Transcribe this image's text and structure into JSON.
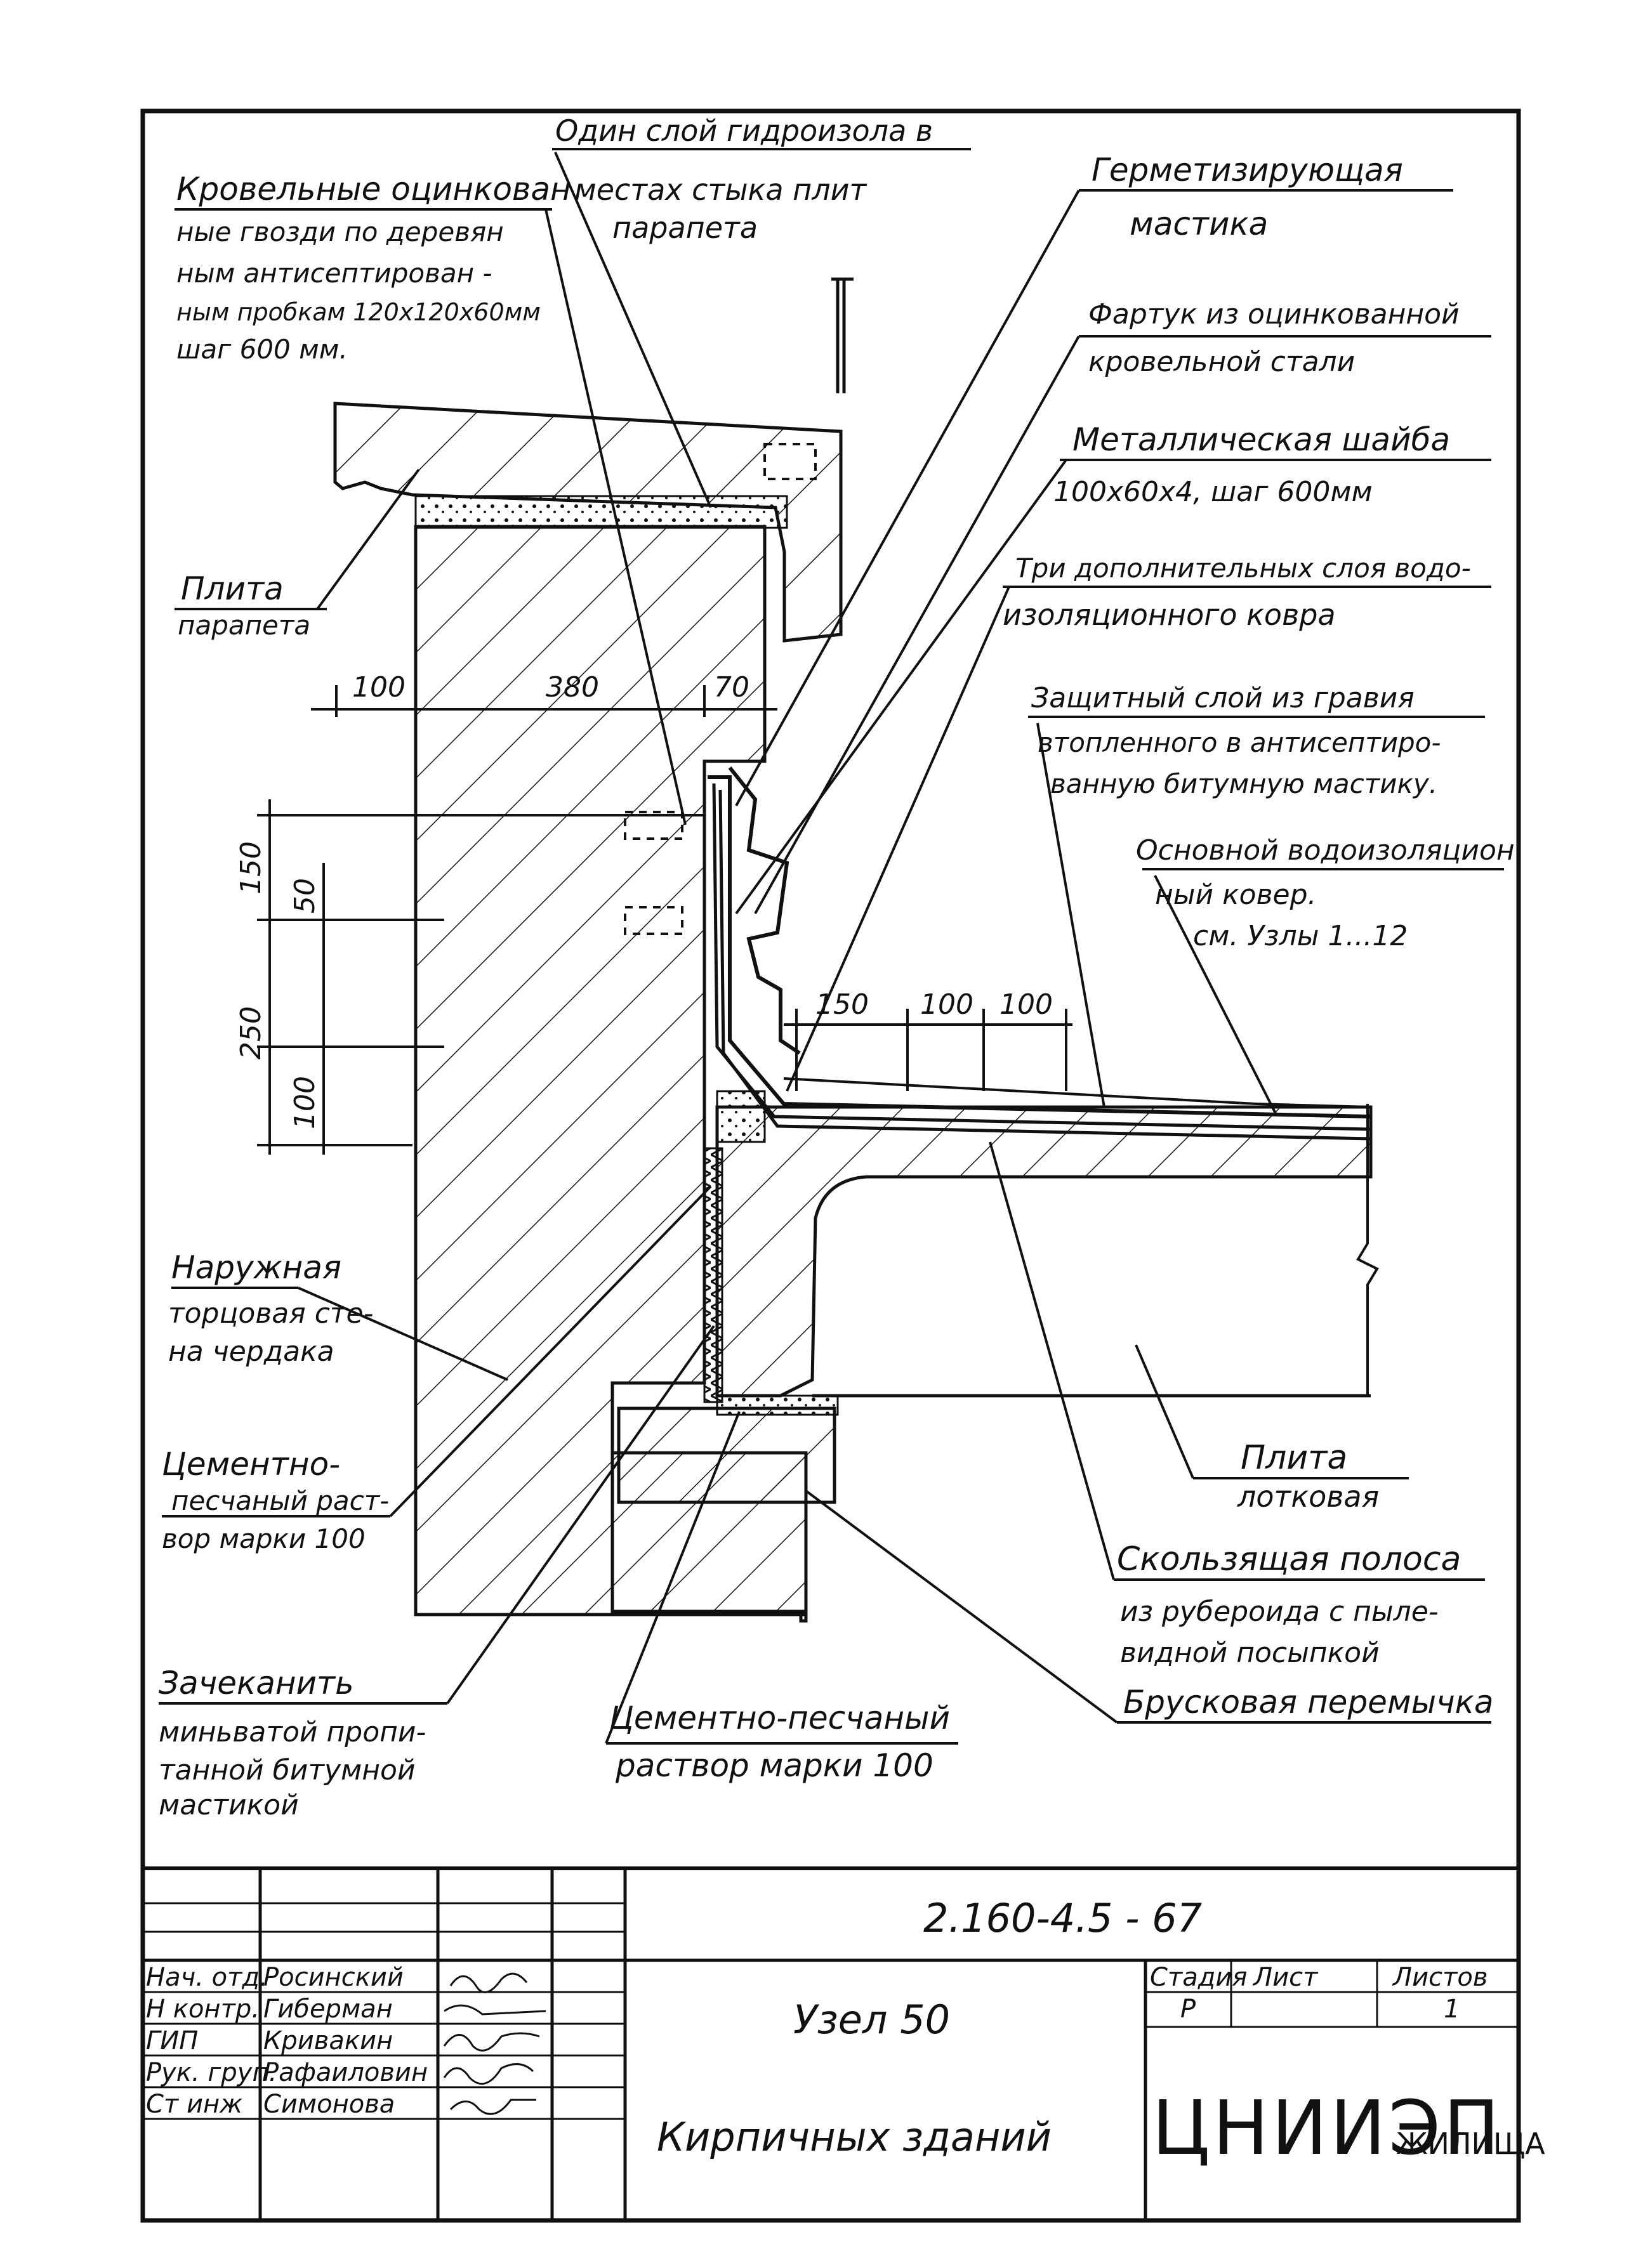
{
  "labels": {
    "nails": [
      "Кровельные оцинкован",
      "ные гвозди по деревян",
      "ным антисептирован -",
      "ным пробкам 120х120х60мм",
      "шаг 600 мм."
    ],
    "hydro": [
      "Один слой гидроизола в",
      "местах стыка плит",
      "парапета"
    ],
    "sealant": [
      "Герметизирующая",
      "мастика"
    ],
    "apron": [
      "Фартук из оцинкованной",
      "кровельной стали"
    ],
    "washer": [
      "Металлическая шайба",
      "100х60х4,  шаг 600мм"
    ],
    "layers": [
      "Три дополнительных слоя водо-",
      "изоляционного ковра"
    ],
    "gravel": [
      "Защитный слой из гравия",
      "втопленного в антисептиро-",
      "ванную битумную мастику."
    ],
    "carpet": [
      "Основной водоизоляцион",
      "ный ковер.",
      "см. Узлы 1...12"
    ],
    "parapet": [
      "Плита",
      "парапета"
    ],
    "wall": [
      "Наружная",
      "торцовая сте-",
      "на чердака"
    ],
    "mortar1": [
      "Цементно-",
      "песчаный раст-",
      "вор марки 100"
    ],
    "caulk": [
      "Зачеканить",
      "миньватой пропи-",
      "танной битумной",
      "мастикой"
    ],
    "mortar2": [
      "Цементно-песчаный",
      "раствор марки 100"
    ],
    "tray": [
      "Плита",
      "лотковая"
    ],
    "strip": [
      "Скользящая полоса",
      "из рубероида с пыле-",
      "видной посыпкой"
    ],
    "lintel": [
      "Брусковая перемычка"
    ]
  },
  "dimensions": {
    "d100": "100",
    "d380": "380",
    "d70": "70",
    "d150v": "150",
    "d50v": "50",
    "d250v": "250",
    "d100v": "100",
    "d150h": "150",
    "d100h1": "100",
    "d100h2": "100"
  },
  "title_block": {
    "code": "2.160-4.5 - 67",
    "node": "Узел   50",
    "building": "Кирпичных  зданий",
    "stage_header": "Стадия",
    "sheet_header": "Лист",
    "sheets_header": "Листов",
    "stage": "Р",
    "sheets": "1",
    "org": "ЦНИИЭП",
    "org_sub": "ЖИЛИЩА",
    "roles": [
      "Нач. отд.",
      "Н контр.",
      "ГИП",
      "Рук. груп.",
      "Ст инж"
    ],
    "names": [
      "Росинский",
      "Гиберман",
      "Кривакин",
      "Рафаиловин",
      "Симонова"
    ]
  }
}
